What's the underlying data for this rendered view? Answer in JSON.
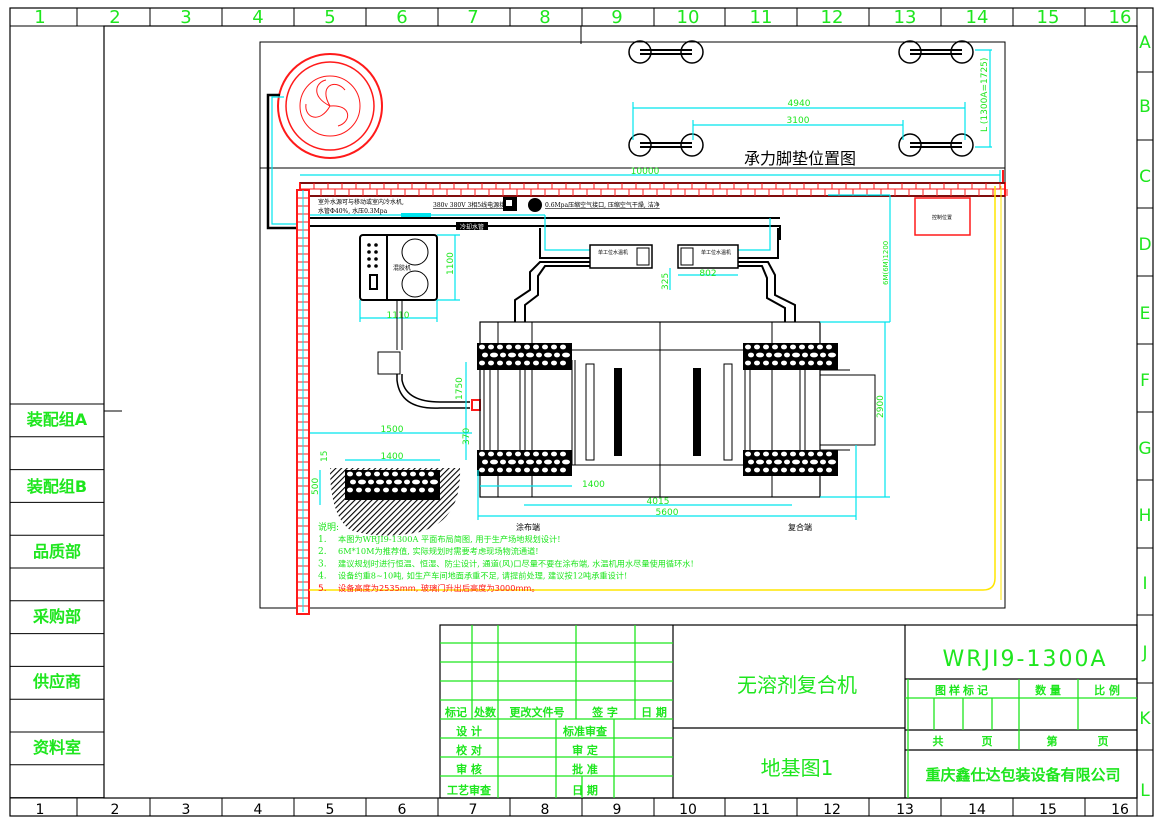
{
  "frame": {
    "columns": [
      "1",
      "2",
      "3",
      "4",
      "5",
      "6",
      "7",
      "8",
      "9",
      "10",
      "11",
      "12",
      "13",
      "14",
      "15",
      "16"
    ],
    "rows": [
      "A",
      "B",
      "C",
      "D",
      "E",
      "F",
      "G",
      "H",
      "I",
      "J",
      "K",
      "L"
    ],
    "side_labels": [
      "装配组A",
      "装配组B",
      "品质部",
      "采购部",
      "供应商",
      "资料室"
    ]
  },
  "drawing": {
    "footpad_title": "承力脚垫位置图",
    "footpad_dims": {
      "outer": "4940",
      "inner": "3100",
      "vertical": "L (1300A=1725)"
    },
    "overall_width": "10000",
    "pipe_note_line1": "室外水源可与移动或室内冷水机,",
    "pipe_note_line2": "水管Φ40%, 水压0.3Mpa",
    "air_note": "380v 380V 3相5线电源接口",
    "air_note2": "0.6Mpa压缩空气接口, 压缩空气干燥, 洁净",
    "pipe_tag": "冷却水管",
    "mixer_label": "混胶机",
    "mixer_dims": {
      "height": "1100",
      "width": "1110"
    },
    "chiller_label_1": "单工位水温机",
    "chiller_label_2": "单工位水温机",
    "chiller_dims": {
      "width": "802",
      "height": "325"
    },
    "control_label": "控制位置",
    "right_dim": "6M(6M)1200",
    "machine_dims": {
      "d1750": "1750",
      "d370": "370",
      "d1400a": "1400",
      "d4015": "4015",
      "d5600": "5600",
      "d2900": "2900"
    },
    "foundation_dims": {
      "d1500": "1500",
      "d1400": "1400",
      "d15": "15",
      "d500": "500"
    },
    "coating_end": "涂布端",
    "laminating_end": "复合端",
    "notes_title": "说明:",
    "notes": [
      {
        "n": "1.",
        "text": "本图为WRJI9-1300A 平面布局简图, 用于生产场地规划设计!"
      },
      {
        "n": "2.",
        "text": "6M*10M为推荐值, 实际规划时需要考虑现场物流通道!"
      },
      {
        "n": "3.",
        "text": "建议规划时进行恒温、恒湿、防尘设计, 通道(风)口尽量不要在涂布端, 水温机用水尽量使用循环水!"
      },
      {
        "n": "4.",
        "text": "设备约重8~10吨, 如生产车间地面承重不足, 请提前处理, 建议按12吨承重设计!"
      },
      {
        "n": "5.",
        "text": "设备高度为2535mm, 玻璃门升出后高度为3000mm。"
      }
    ],
    "colors": {
      "wall": "#ff1a1a",
      "dimension": "#00e5ee",
      "text": "#1ee61e",
      "yellow": "#ffe600"
    }
  },
  "title_block": {
    "revision_headers": [
      "标记",
      "处数",
      "更改文件号",
      "签 字",
      "日 期"
    ],
    "design": "设 计",
    "check": "校 对",
    "review": "审 核",
    "process_review": "工艺审查",
    "std_review": "标准审查",
    "approve_set": "审 定",
    "approve": "批 准",
    "date": "日 期",
    "machine_name": "无溶剂复合机",
    "drawing_name": "地基图1",
    "model": "WRJI9-1300A",
    "sample_mark": "图样标记",
    "quantity": "数 量",
    "scale": "比 例",
    "total": "共",
    "page": "页",
    "sheet": "第",
    "page2": "页",
    "company": "重庆鑫仕达包装设备有限公司"
  }
}
